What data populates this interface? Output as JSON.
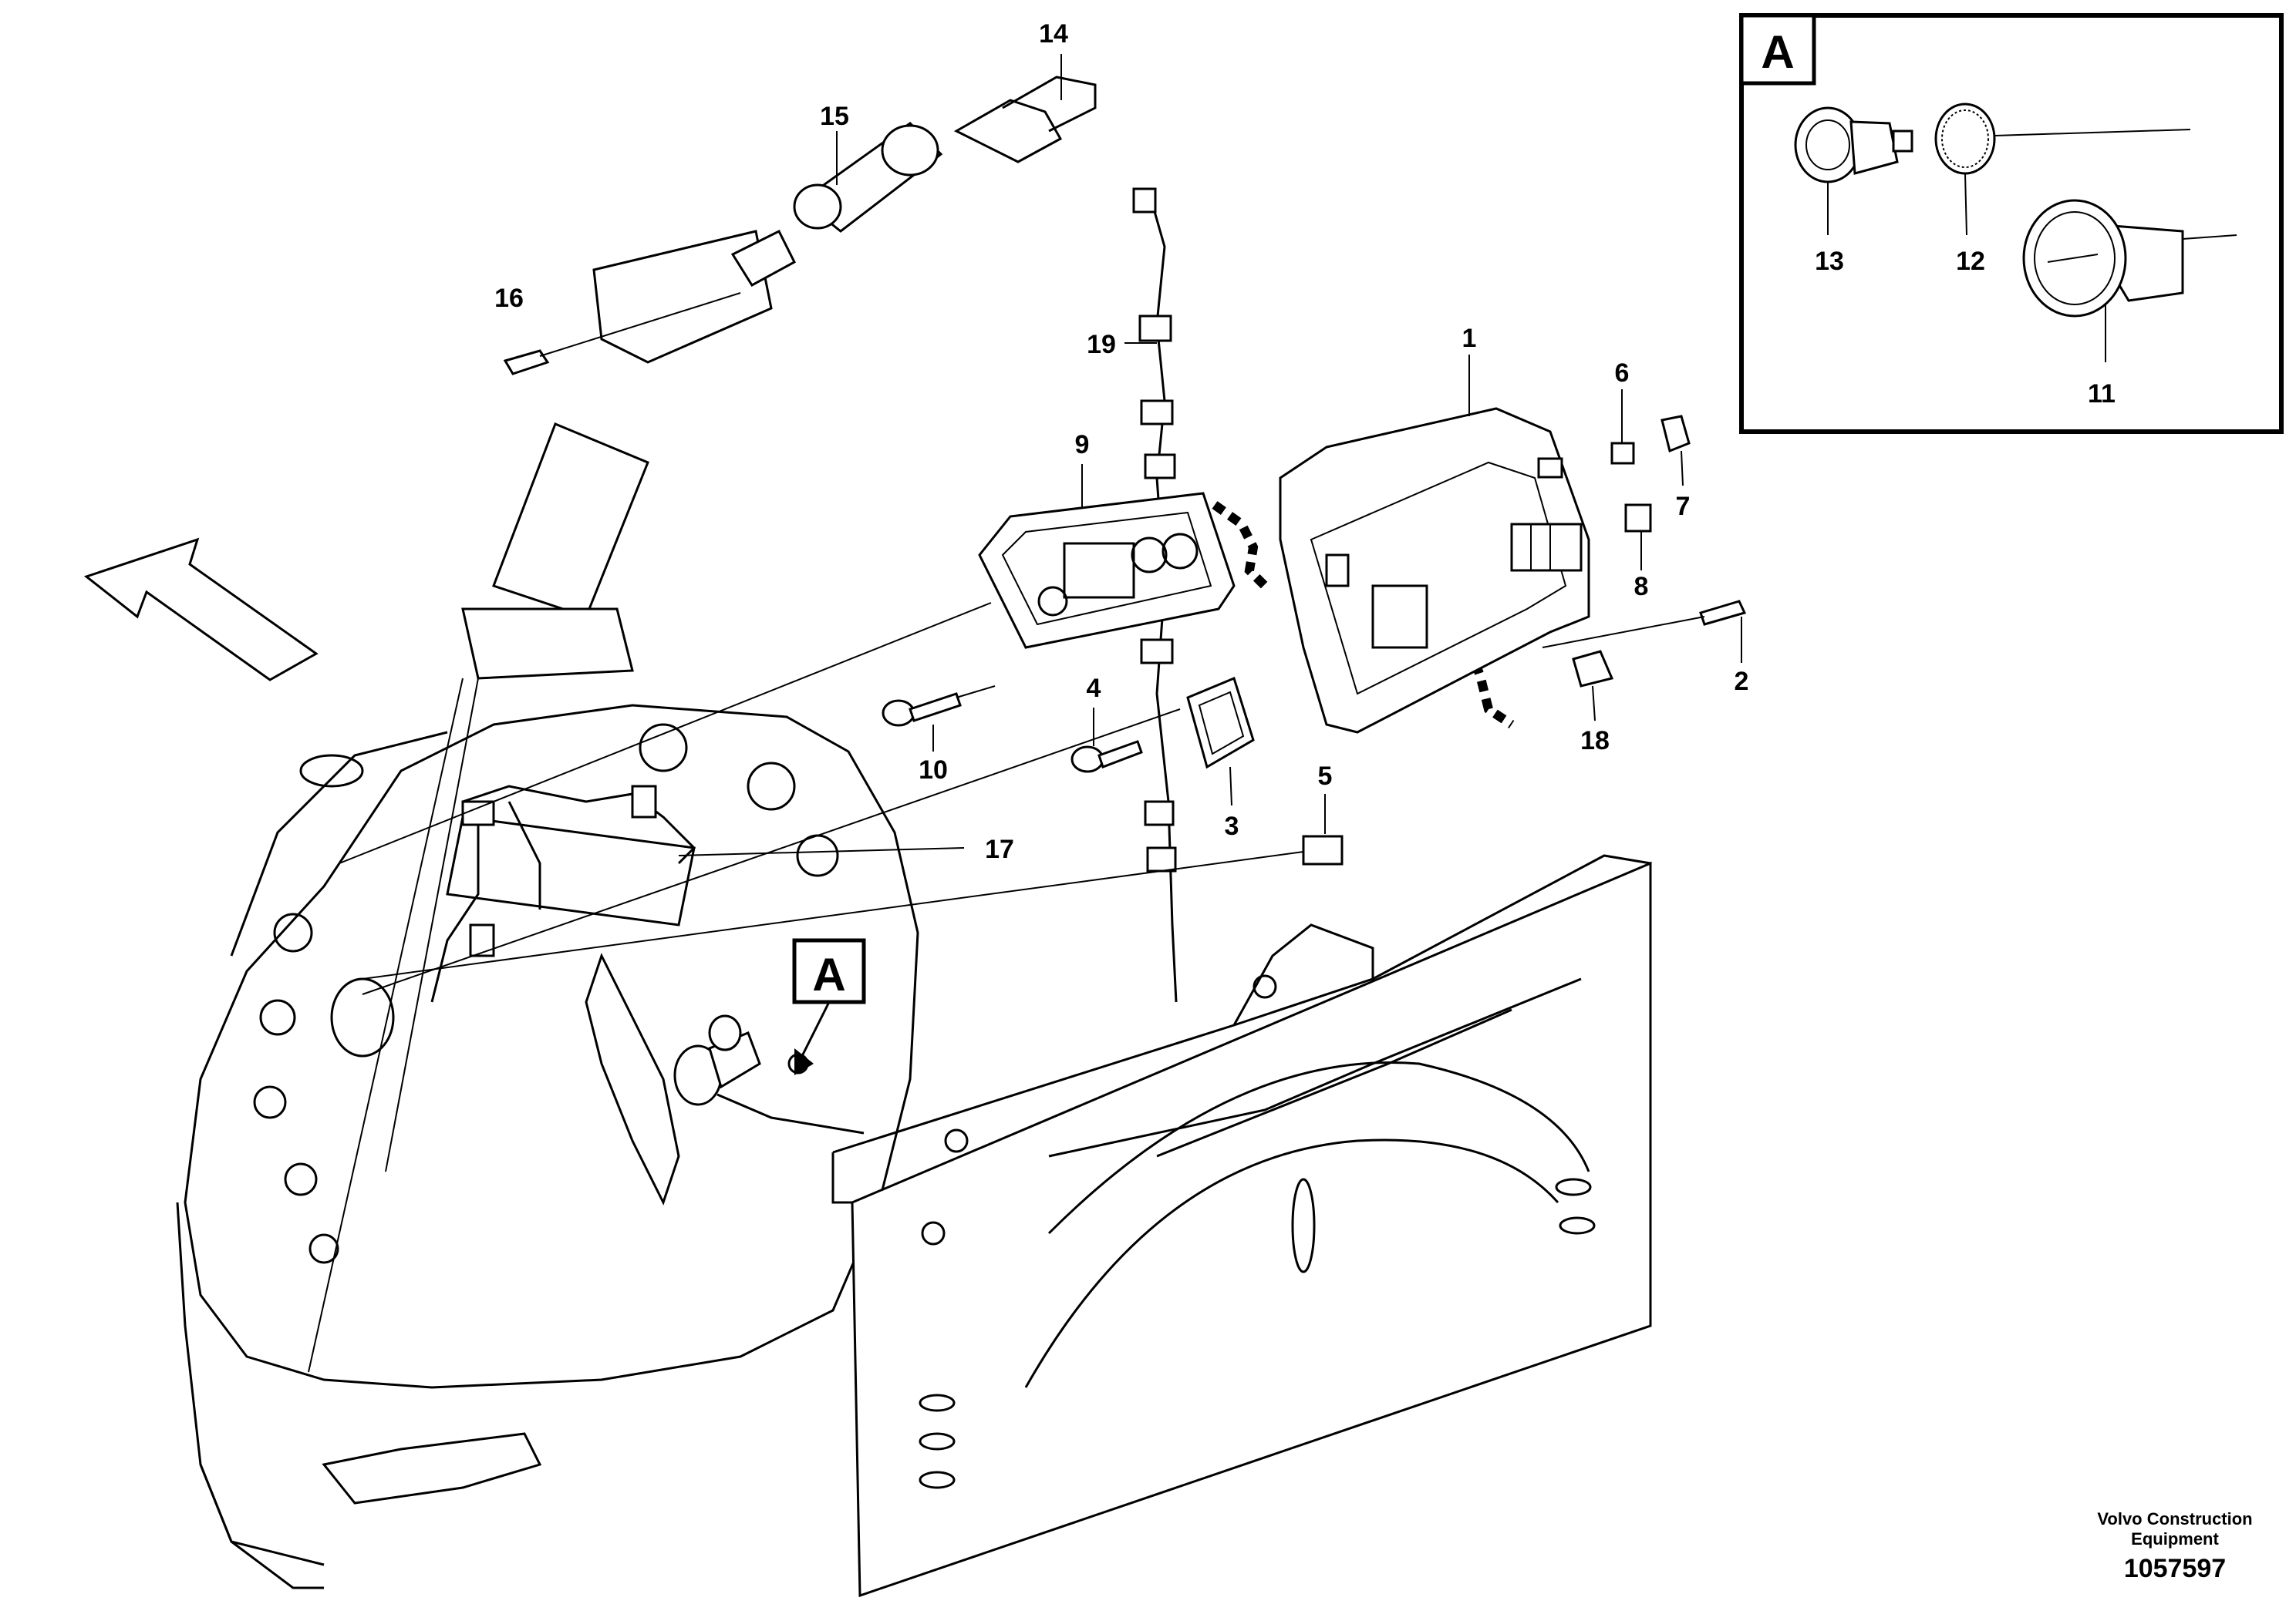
{
  "diagram": {
    "callouts": [
      {
        "id": "1",
        "text": "1"
      },
      {
        "id": "2",
        "text": "2"
      },
      {
        "id": "3",
        "text": "3"
      },
      {
        "id": "4",
        "text": "4"
      },
      {
        "id": "5",
        "text": "5"
      },
      {
        "id": "6",
        "text": "6"
      },
      {
        "id": "7",
        "text": "7"
      },
      {
        "id": "8",
        "text": "8"
      },
      {
        "id": "9",
        "text": "9"
      },
      {
        "id": "10",
        "text": "10"
      },
      {
        "id": "11",
        "text": "11"
      },
      {
        "id": "12",
        "text": "12"
      },
      {
        "id": "13",
        "text": "13"
      },
      {
        "id": "14",
        "text": "14"
      },
      {
        "id": "15",
        "text": "15"
      },
      {
        "id": "16",
        "text": "16"
      },
      {
        "id": "17",
        "text": "17"
      },
      {
        "id": "18",
        "text": "18"
      },
      {
        "id": "19",
        "text": "19"
      }
    ],
    "detail_marker": "A",
    "inset_label": "A"
  },
  "footer": {
    "brand_line1": "Volvo Construction",
    "brand_line2": "Equipment",
    "drawing_number": "1057597"
  }
}
